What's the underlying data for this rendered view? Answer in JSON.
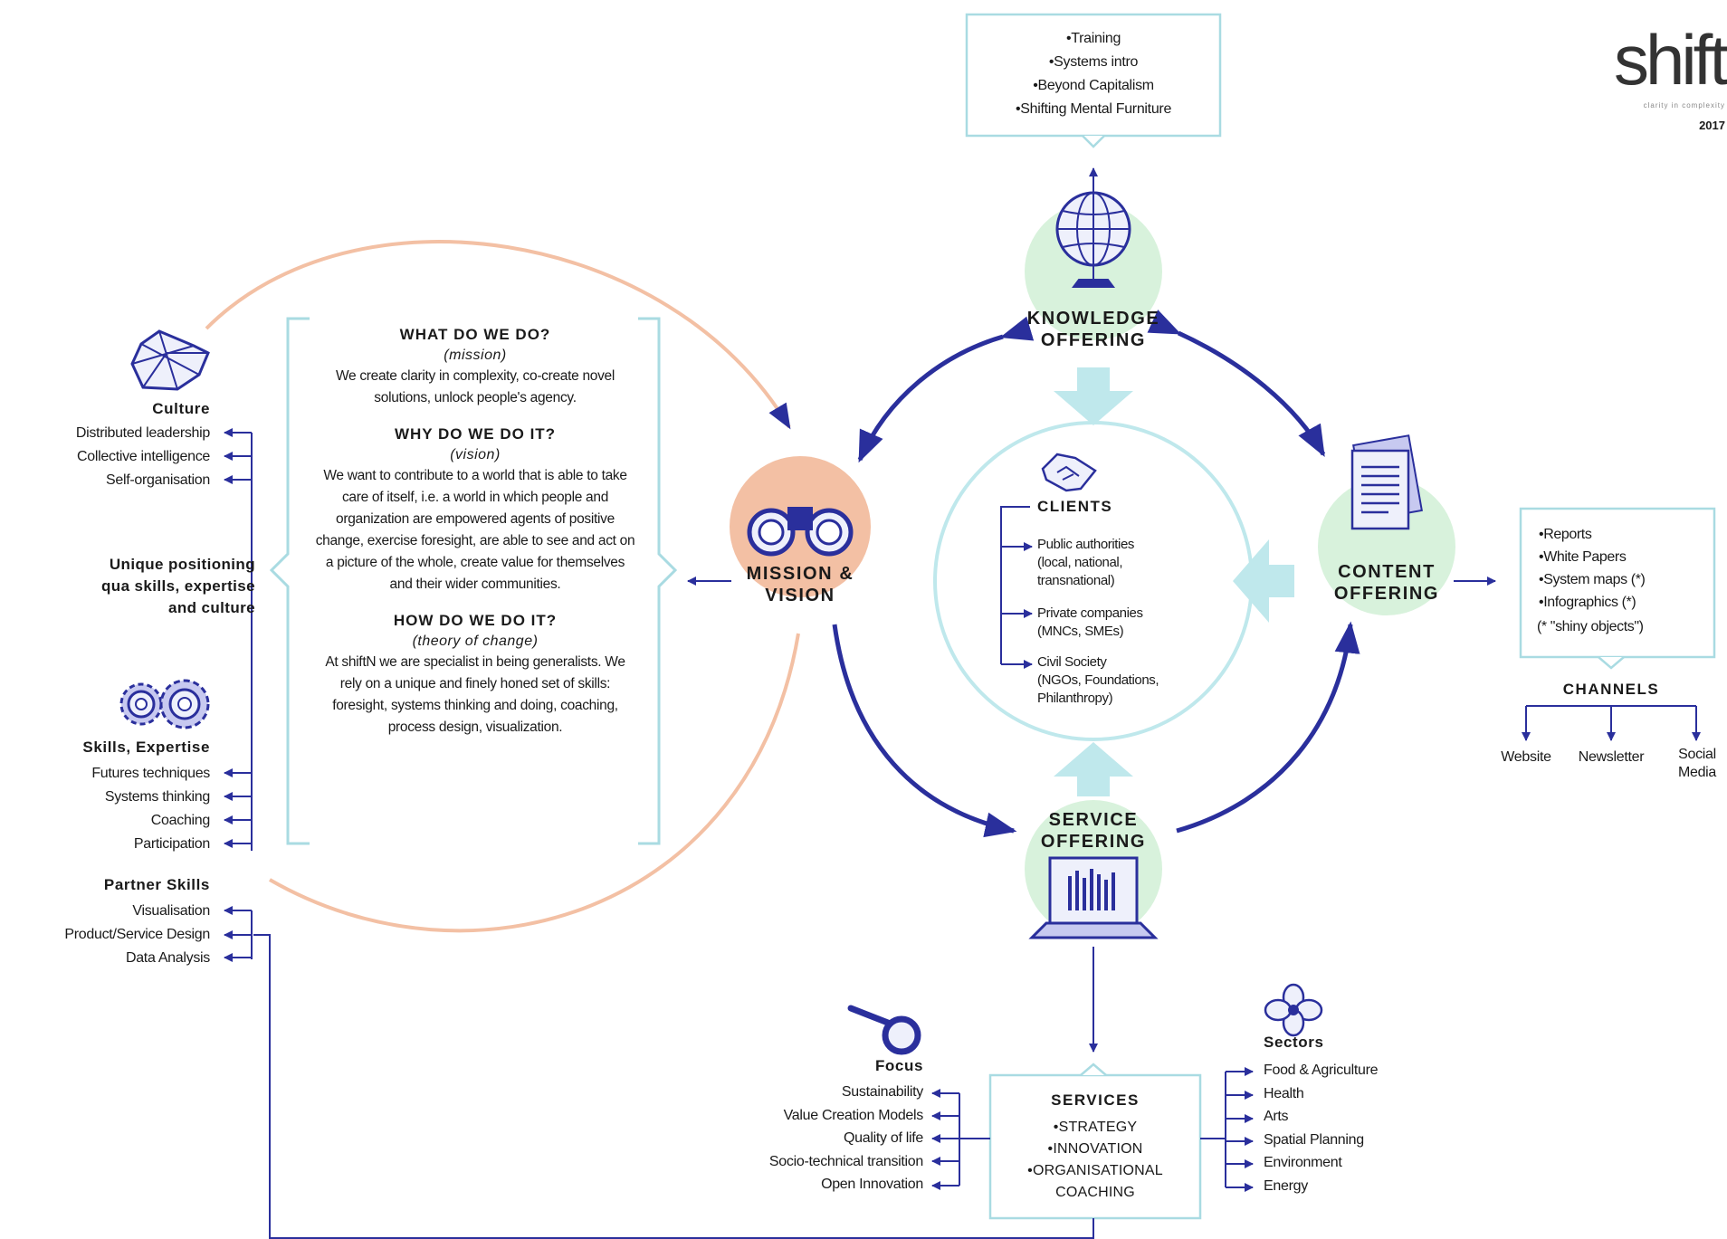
{
  "logo": {
    "name": "shift",
    "tagline": "clarity in complexity",
    "year": "2017"
  },
  "colors": {
    "accent": "#2a2f9c",
    "mint": "#d8f2dc",
    "teal": "#bfe8ec",
    "peach": "#f3c0a4",
    "box": "#a9dbe2"
  },
  "top_box": {
    "items": [
      "Training",
      "Systems intro",
      "Beyond Capitalism",
      "Shifting Mental Furniture"
    ]
  },
  "knowledge": {
    "title_line1": "KNOWLEDGE",
    "title_line2": "OFFERING",
    "icon": "globe-icon"
  },
  "content": {
    "title_line1": "CONTENT",
    "title_line2": "OFFERING",
    "icon": "documents-icon"
  },
  "service": {
    "title_line1": "SERVICE",
    "title_line2": "OFFERING",
    "icon": "laptop-icon"
  },
  "mission": {
    "title_line1": "MISSION &",
    "title_line2": "VISION",
    "icon": "binoculars-icon"
  },
  "clients": {
    "title": "CLIENTS",
    "icon": "handshake-icon",
    "items": [
      {
        "line1": "Public authorities",
        "line2": "(local, national,",
        "line3": "transnational)"
      },
      {
        "line1": "Private companies",
        "line2": "(MNCs, SMEs)",
        "line3": ""
      },
      {
        "line1": "Civil Society",
        "line2": "(NGOs, Foundations,",
        "line3": "Philanthropy)"
      }
    ]
  },
  "mission_text": {
    "q1": "WHAT DO WE DO?",
    "q1_sub": "(mission)",
    "a1": "We create clarity in complexity, co-create novel solutions, unlock people's agency.",
    "q2": "WHY DO WE DO IT?",
    "q2_sub": "(vision)",
    "a2": "We want to contribute to a world that is able to take care of itself, i.e. a world in which people and organization are empowered agents of positive change, exercise foresight, are able to see and act on a picture of the whole, create value for themselves and their wider communities.",
    "q3": "HOW DO WE DO IT?",
    "q3_sub": "(theory of change)",
    "a3": "At shiftN we are specialist in being generalists. We rely on a unique and finely honed set of skills: foresight, systems thinking and doing, coaching, process design, visualization."
  },
  "left": {
    "culture": {
      "title": "Culture",
      "icon": "network-icon",
      "items": [
        "Distributed leadership",
        "Collective intelligence",
        "Self-organisation"
      ]
    },
    "positioning": {
      "line1": "Unique positioning",
      "line2": "qua skills, expertise",
      "line3": "and culture"
    },
    "skills": {
      "title": "Skills, Expertise",
      "icon": "gears-icon",
      "items": [
        "Futures techniques",
        "Systems thinking",
        "Coaching",
        "Participation"
      ]
    },
    "partner": {
      "title": "Partner Skills",
      "items": [
        "Visualisation",
        "Product/Service Design",
        "Data Analysis"
      ]
    }
  },
  "right_box": {
    "items": [
      "Reports",
      "White Papers",
      "System maps (*)",
      "Infographics (*)"
    ],
    "note": "(* \"shiny objects\")"
  },
  "channels": {
    "title": "CHANNELS",
    "items": [
      "Website",
      "Newsletter",
      "Social Media"
    ]
  },
  "services": {
    "title": "SERVICES",
    "items": [
      "STRATEGY",
      "INNOVATION",
      "ORGANISATIONAL COACHING"
    ]
  },
  "focus": {
    "title": "Focus",
    "icon": "magnifier-icon",
    "items": [
      "Sustainability",
      "Value Creation Models",
      "Quality of life",
      "Socio-technical transition",
      "Open Innovation"
    ]
  },
  "sectors": {
    "title": "Sectors",
    "icon": "flower-icon",
    "items": [
      "Food & Agriculture",
      "Health",
      "Arts",
      "Spatial Planning",
      "Environment",
      "Energy"
    ]
  }
}
